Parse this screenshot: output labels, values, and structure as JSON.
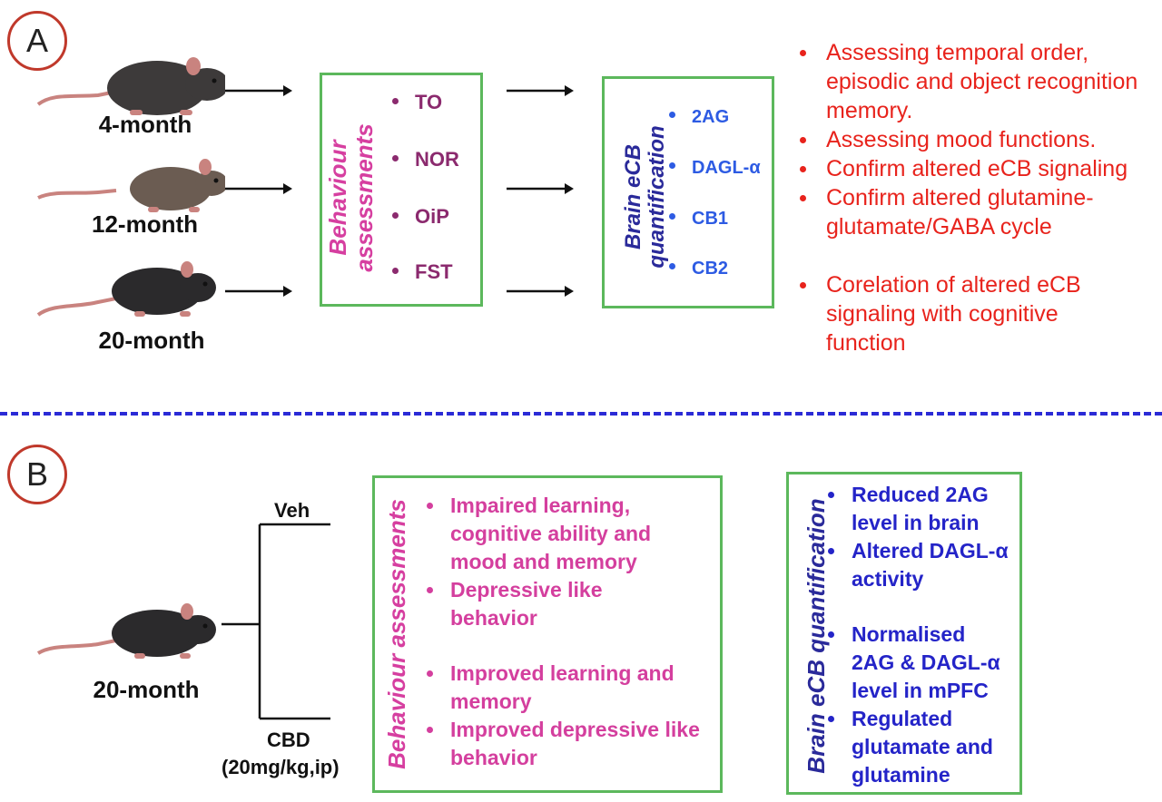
{
  "panel_a": {
    "label": "A",
    "mice": [
      "4-month",
      "12-month",
      "20-month"
    ],
    "behaviour_title_1": "Behaviour",
    "behaviour_title_2": "assessments",
    "behaviour_items": [
      "TO",
      "NOR",
      "OiP",
      "FST"
    ],
    "ecb_title_1": "Brain eCB",
    "ecb_title_2": "quantification",
    "ecb_items": [
      "2AG",
      "DAGL-α",
      "CB1",
      "CB2"
    ],
    "outcomes": [
      "Assessing temporal order, episodic and object recognition memory.",
      "Assessing mood functions.",
      "Confirm altered eCB signaling",
      "Confirm altered glutamine-glutamate/GABA cycle",
      "Corelation of altered eCB signaling with cognitive function"
    ]
  },
  "panel_b": {
    "label": "B",
    "mouse": "20-month",
    "veh": "Veh",
    "cbd": "CBD",
    "cbd_dose": "(20mg/kg,ip)",
    "behaviour_title": "Behaviour assessments",
    "behaviour_items": [
      "Impaired learning, cognitive ability and mood and memory",
      "Depressive like behavior",
      "Improved learning and memory",
      "Improved depressive like behavior"
    ],
    "ecb_title": "Brain eCB quantification",
    "ecb_items": [
      "Reduced 2AG level in brain",
      "Altered DAGL-α activity",
      "Normalised 2AG & DAGL-α level in mPFC",
      "Regulated glutamate and glutamine"
    ]
  },
  "colors": {
    "circle": "#c0392b",
    "box_border": "#5cb85c",
    "behaviour_text": "#8b2a6e",
    "behaviour_title": "#d63fa0",
    "ecb_text": "#2d5be3",
    "ecb_title": "#2a2a9a",
    "outcome_text": "#e8231c",
    "divider": "#2b2bd6",
    "b_behaviour": "#d43f9e",
    "b_ecb": "#2424c8"
  },
  "icons": [
    "mouse-icon",
    "arrow-right-icon"
  ]
}
